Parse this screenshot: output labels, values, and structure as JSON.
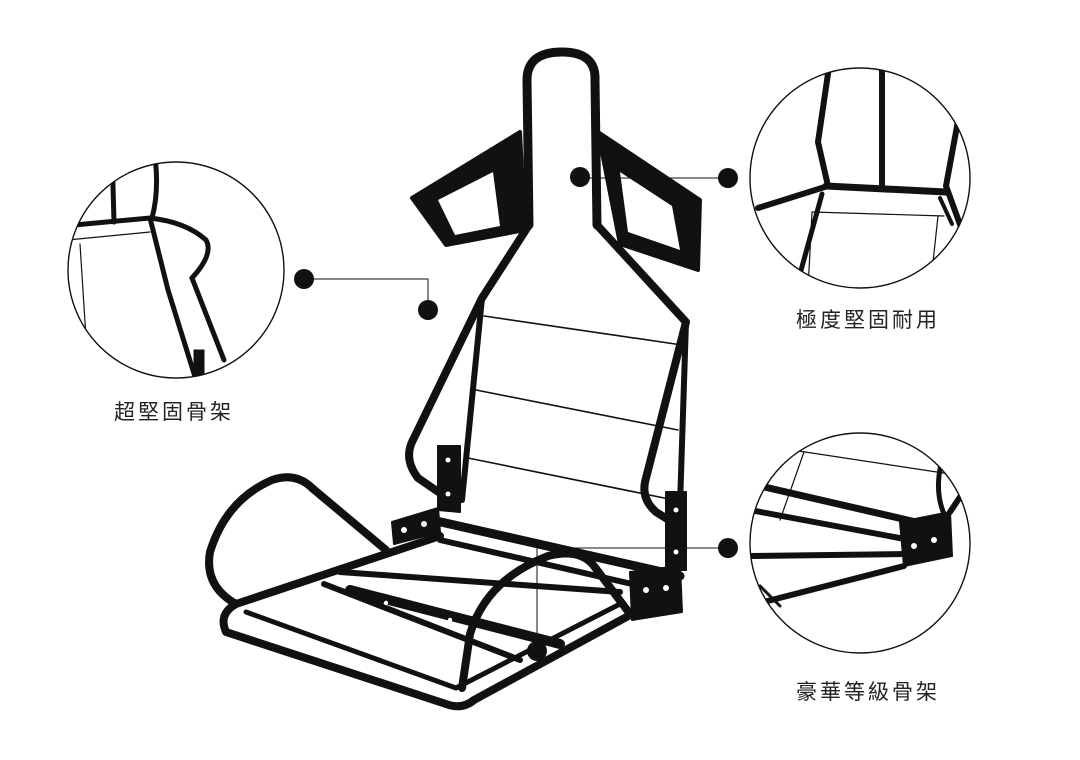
{
  "callouts": {
    "left": "超堅固骨架",
    "right_top": "極度堅固耐用",
    "right_bottom": "豪華等級骨架"
  },
  "colors": {
    "background": "#ffffff",
    "frame": "#111111",
    "text": "#222222"
  }
}
